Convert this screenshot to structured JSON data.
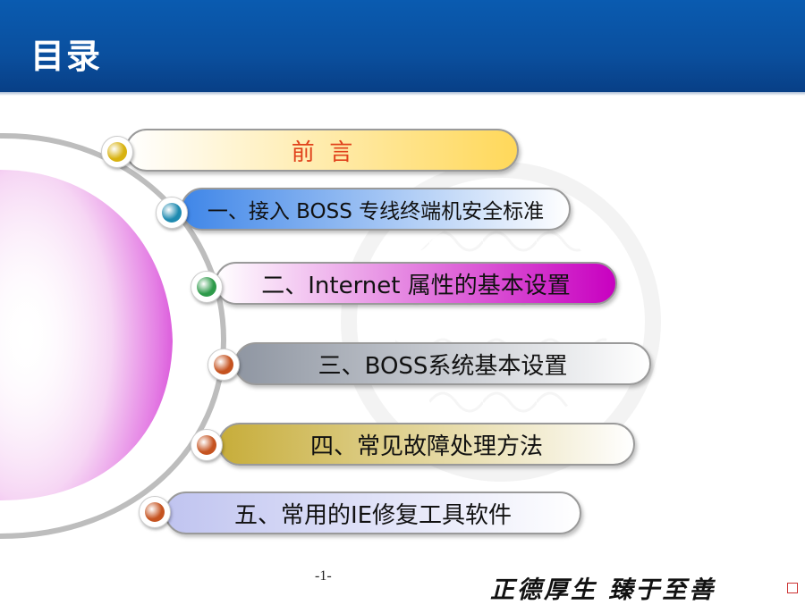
{
  "header": {
    "title": "目录"
  },
  "menu": {
    "items": [
      {
        "label": "前  言",
        "text_color": "#e0401a",
        "fill": [
          "#ffffff",
          "#ffd85a"
        ],
        "bullet_color": "#d8b210"
      },
      {
        "label": "一、接入 BOSS 专线终端机安全标准",
        "text_color": "#111111",
        "fill": [
          "#3f86e8",
          "#ffffff"
        ],
        "bullet_color": "#1e8ab0"
      },
      {
        "label": "二、Internet 属性的基本设置",
        "text_color": "#111111",
        "fill": [
          "#ffffff",
          "#c800c0"
        ],
        "bullet_color": "#2e9a4a"
      },
      {
        "label": "三、BOSS系统基本设置",
        "text_color": "#111111",
        "fill": [
          "#8f96a2",
          "#ffffff"
        ],
        "bullet_color": "#c55320"
      },
      {
        "label": "四、常见故障处理方法",
        "text_color": "#111111",
        "fill": [
          "#c7ad3a",
          "#ffffff"
        ],
        "bullet_color": "#c55320"
      },
      {
        "label": "五、常用的IE修复工具软件",
        "text_color": "#111111",
        "fill": [
          "#c0c4f0",
          "#ffffff"
        ],
        "bullet_color": "#c55320"
      }
    ]
  },
  "footer": {
    "page_number": "-1-",
    "motto": "正德厚生 臻于至善"
  },
  "colors": {
    "header_blue": "#0a4f9e",
    "arc_gray": "#bfbfbf",
    "arc_pink": "#e07ae0"
  }
}
